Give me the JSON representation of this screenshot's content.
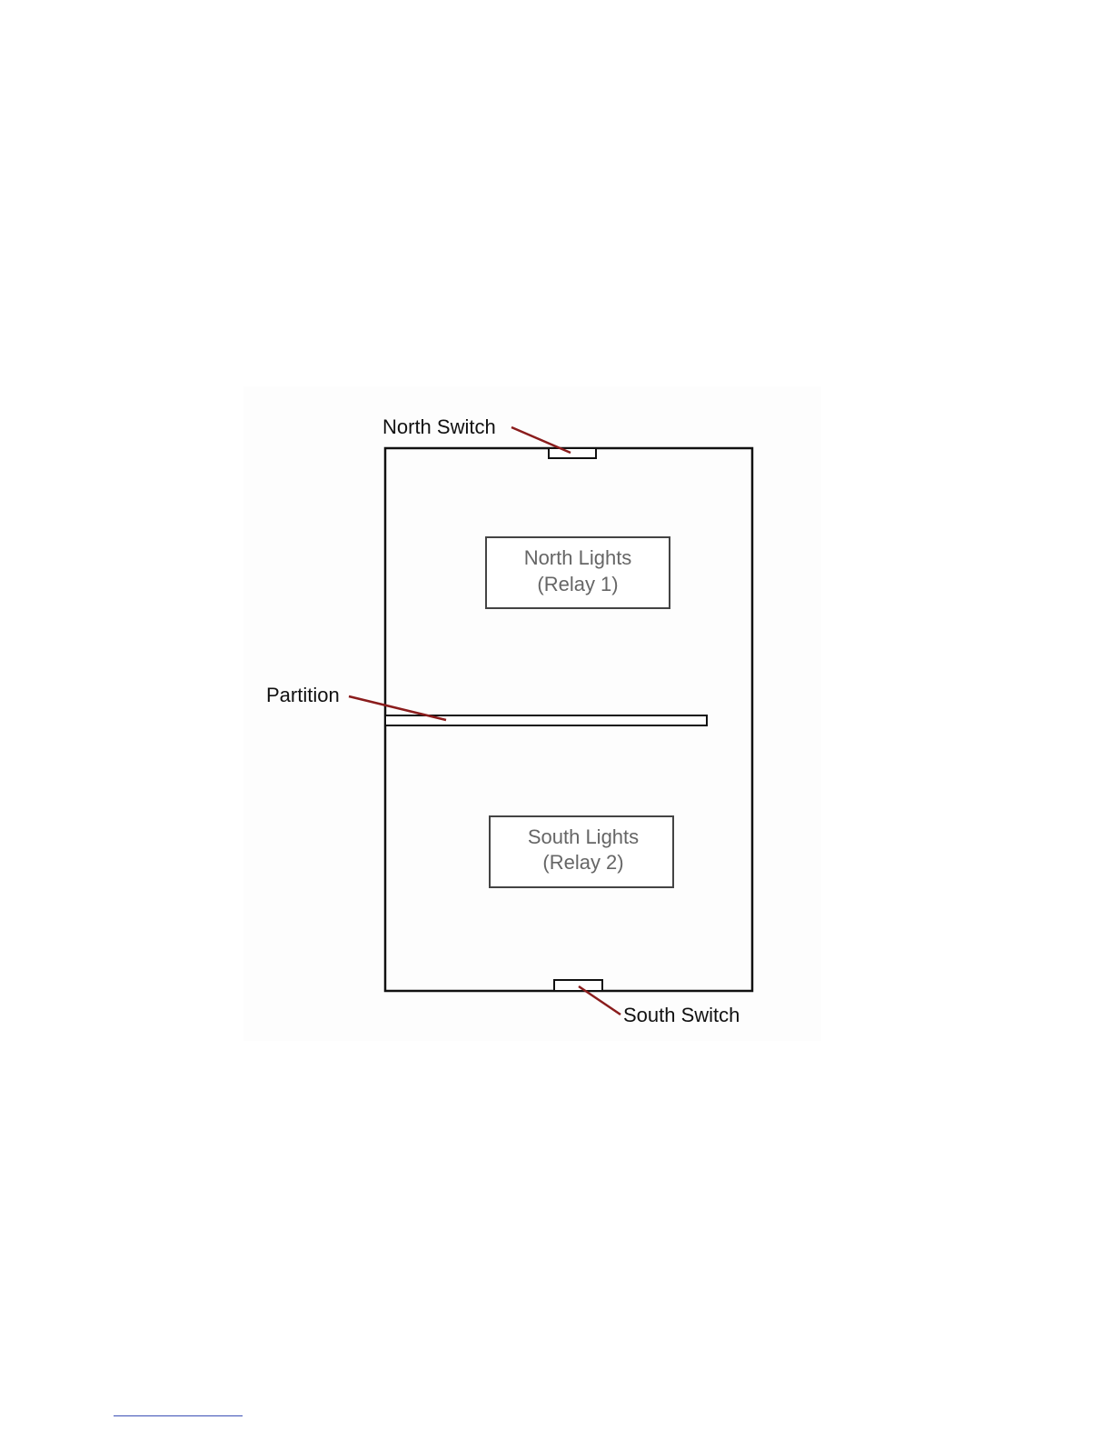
{
  "diagram": {
    "north_switch_label": "North Switch",
    "south_switch_label": "South Switch",
    "partition_label": "Partition",
    "north_lights": {
      "line1": "North Lights",
      "line2": "(Relay 1)"
    },
    "south_lights": {
      "line1": "South Lights",
      "line2": "(Relay 2)"
    }
  },
  "colors": {
    "outline": "#111111",
    "leader": "#8a1c1c",
    "label_text": "#111111",
    "room_text": "#666666",
    "room_box": "#444444",
    "figure_background": "#fdfdfd",
    "footnote_rule": "#3a4fb5"
  }
}
